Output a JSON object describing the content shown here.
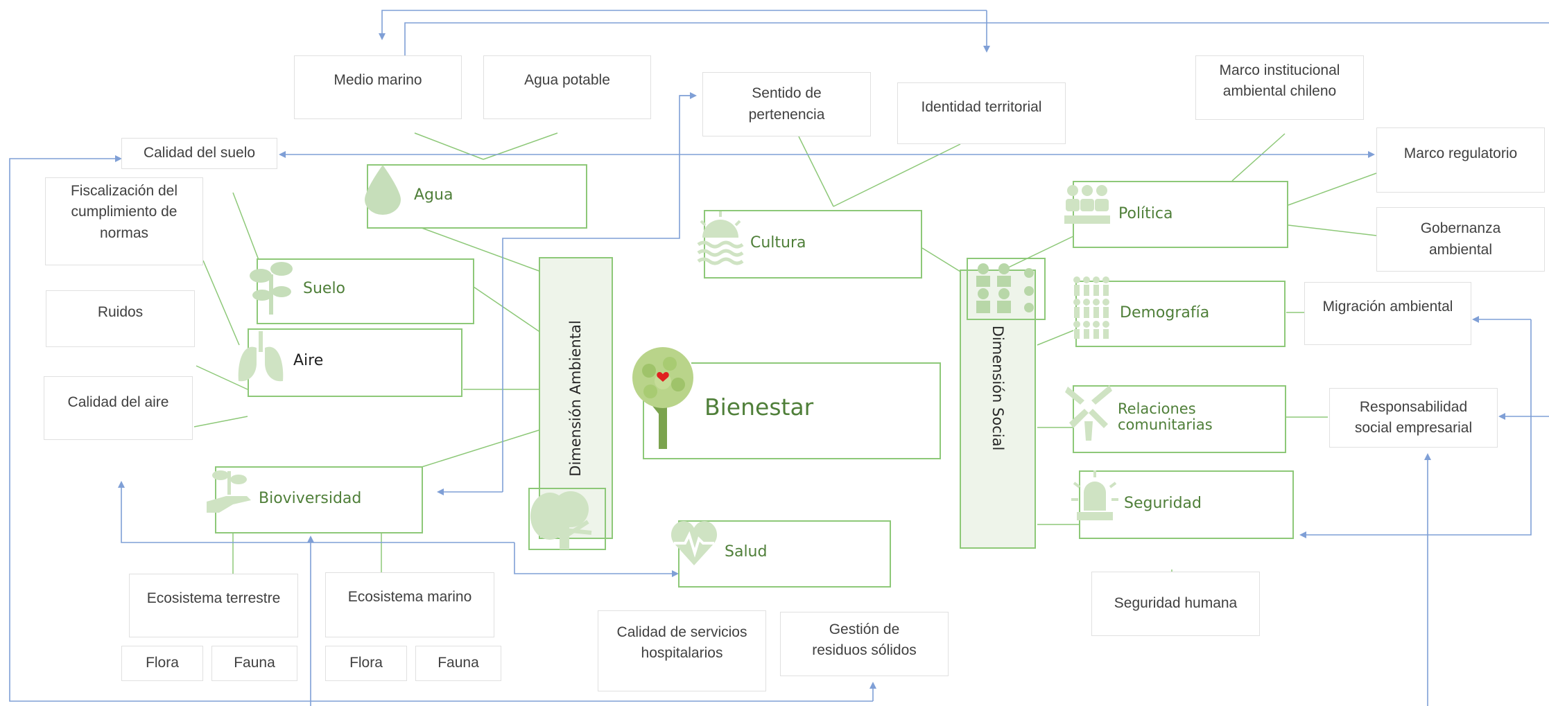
{
  "center": {
    "label": "Bienestar"
  },
  "dimensions": {
    "ambiental": "Dimensión Ambiental",
    "social": "Dimensión Social"
  },
  "categories": {
    "agua": "Agua",
    "suelo": "Suelo",
    "aire": "Aire",
    "biodiversidad": "Bioviversidad",
    "cultura": "Cultura",
    "salud": "Salud",
    "politica": "Política",
    "demografia": "Demografía",
    "relaciones": "Relaciones comunitarias",
    "seguridad": "Seguridad"
  },
  "topics": {
    "medio_marino": "Medio marino",
    "agua_potable": "Agua potable",
    "calidad_suelo": "Calidad del suelo",
    "fiscalizacion": "Fiscalización del cumplimiento de normas",
    "ruidos": "Ruidos",
    "calidad_aire": "Calidad del aire",
    "ecosistema_terrestre": "Ecosistema terrestre",
    "ecosistema_marino": "Ecosistema marino",
    "flora_1": "Flora",
    "fauna_1": "Fauna",
    "flora_2": "Flora",
    "fauna_2": "Fauna",
    "sentido_pertenencia": "Sentido de pertenencia",
    "identidad_territorial": "Identidad territorial",
    "servicios_hospitalarios": "Calidad de servicios hospitalarios",
    "residuos_solidos": "Gestión de residuos sólidos",
    "marco_institucional": "Marco institucional ambiental chileno",
    "marco_regulatorio": "Marco regulatorio",
    "gobernanza": "Gobernanza ambiental",
    "migracion": "Migración ambiental",
    "responsabilidad": "Responsabilidad social empresarial",
    "seguridad_humana": "Seguridad humana"
  },
  "colors": {
    "green_line": "#8dc878",
    "green_text": "#4f7f39",
    "icon_green": "#b8d7a8",
    "blue_arrow": "#7f9fd6",
    "gray_border": "#e0e0e0"
  },
  "icons": [
    "water-drop-icon",
    "plant-icon",
    "lungs-icon",
    "hand-plant-icon",
    "sun-waves-icon",
    "heart-pulse-icon",
    "people-meeting-icon",
    "population-icon",
    "hands-icon",
    "alarm-light-icon",
    "tree-icon",
    "heart-tree-icon",
    "people-group-icon"
  ]
}
